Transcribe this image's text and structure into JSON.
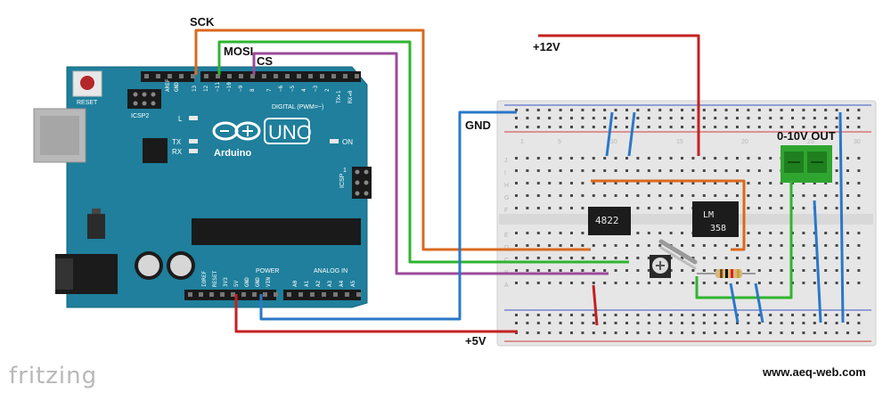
{
  "labels": {
    "sck": "SCK",
    "mosi": "MOSI",
    "cs": "CS",
    "gnd": "GND",
    "v12": "+12V",
    "v5": "+5V",
    "out": "0-10V OUT"
  },
  "arduino": {
    "reset": "RESET",
    "icsp2": "ICSP2",
    "icsp": "ICSP",
    "uno": "UNO",
    "brand": "Arduino",
    "digital": "DIGITAL (PWM=~)",
    "power": "POWER",
    "analog": "ANALOG IN",
    "led_l": "L",
    "led_tx": "TX",
    "led_rx": "RX",
    "led_on": "ON",
    "icsp_1": "1",
    "top_pins": [
      "AREF",
      "GND",
      "13",
      "12",
      "~11",
      "~10",
      "~9",
      "8",
      "7",
      "~6",
      "~5",
      "4",
      "~3",
      "2",
      "TX▸1",
      "RX◂0"
    ],
    "power_pins": [
      "IOREF",
      "RESET",
      "3V3",
      "5V",
      "GND",
      "GND",
      "VIN"
    ],
    "analog_pins": [
      "A0",
      "A1",
      "A2",
      "A3",
      "A4",
      "A5"
    ]
  },
  "breadboard": {
    "col_numbers": [
      "1",
      "5",
      "10",
      "15",
      "20",
      "25",
      "30"
    ],
    "row_letters_top": [
      "J",
      "I",
      "H",
      "G",
      "F"
    ],
    "row_letters_bottom": [
      "E",
      "D",
      "C",
      "B",
      "A"
    ]
  },
  "chips": {
    "dac": "4822",
    "opamp_line1": "LM",
    "opamp_line2": "358"
  },
  "footer": {
    "fritzing": "fritzing",
    "website": "www.aeq-web.com"
  },
  "colors": {
    "sck_wire": "#d9691e",
    "mosi_wire": "#2fb52f",
    "cs_wire": "#9a4b9a",
    "gnd_wire": "#2a78c8",
    "power_wire": "#c42020",
    "board": "#1f7f9c",
    "breadboard": "#e4e4e4",
    "terminal": "#2fa52f"
  }
}
